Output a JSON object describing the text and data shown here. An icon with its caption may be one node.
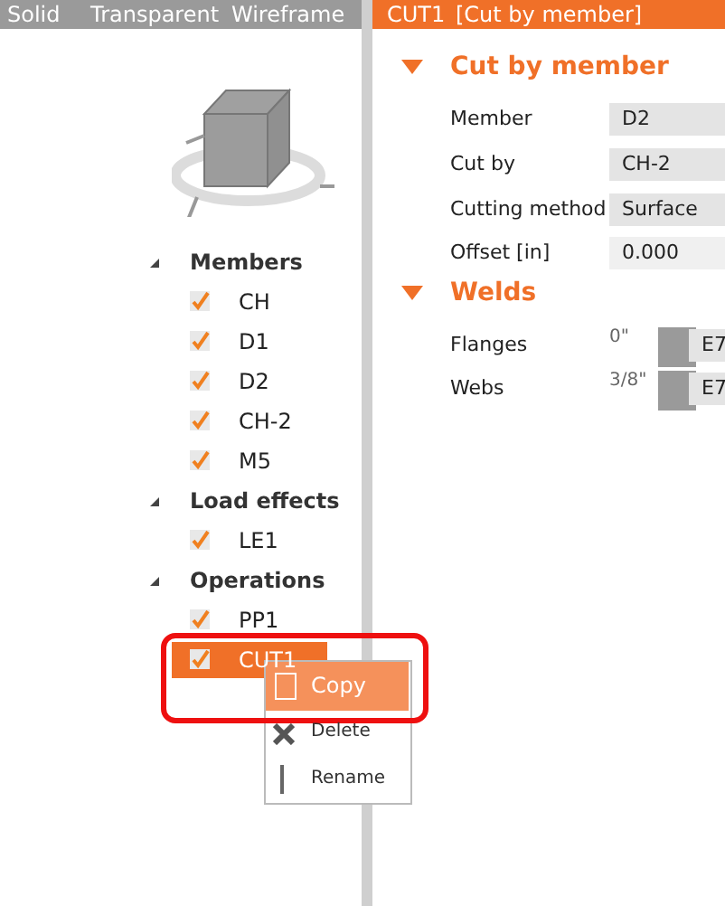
{
  "diagram": {
    "labels": [
      "Solid",
      "Transparent",
      "Wireframe",
      "CUT1",
      "[Cut by member]",
      "Cut by member",
      "Member",
      "D2",
      "Cut by",
      "CH-2",
      "Cutting method",
      "Surface",
      "Offset [in]",
      "0.000",
      "Welds",
      "Flanges",
      "0\"",
      "E7",
      "Webs",
      "3/8\"",
      "E7",
      "Members",
      "CH",
      "D1",
      "D2",
      "CH-2",
      "M5",
      "Load effects",
      "LE1",
      "Operations",
      "PP1",
      "CUT1",
      "Copy",
      "Delete",
      "Rename"
    ]
  }
}
